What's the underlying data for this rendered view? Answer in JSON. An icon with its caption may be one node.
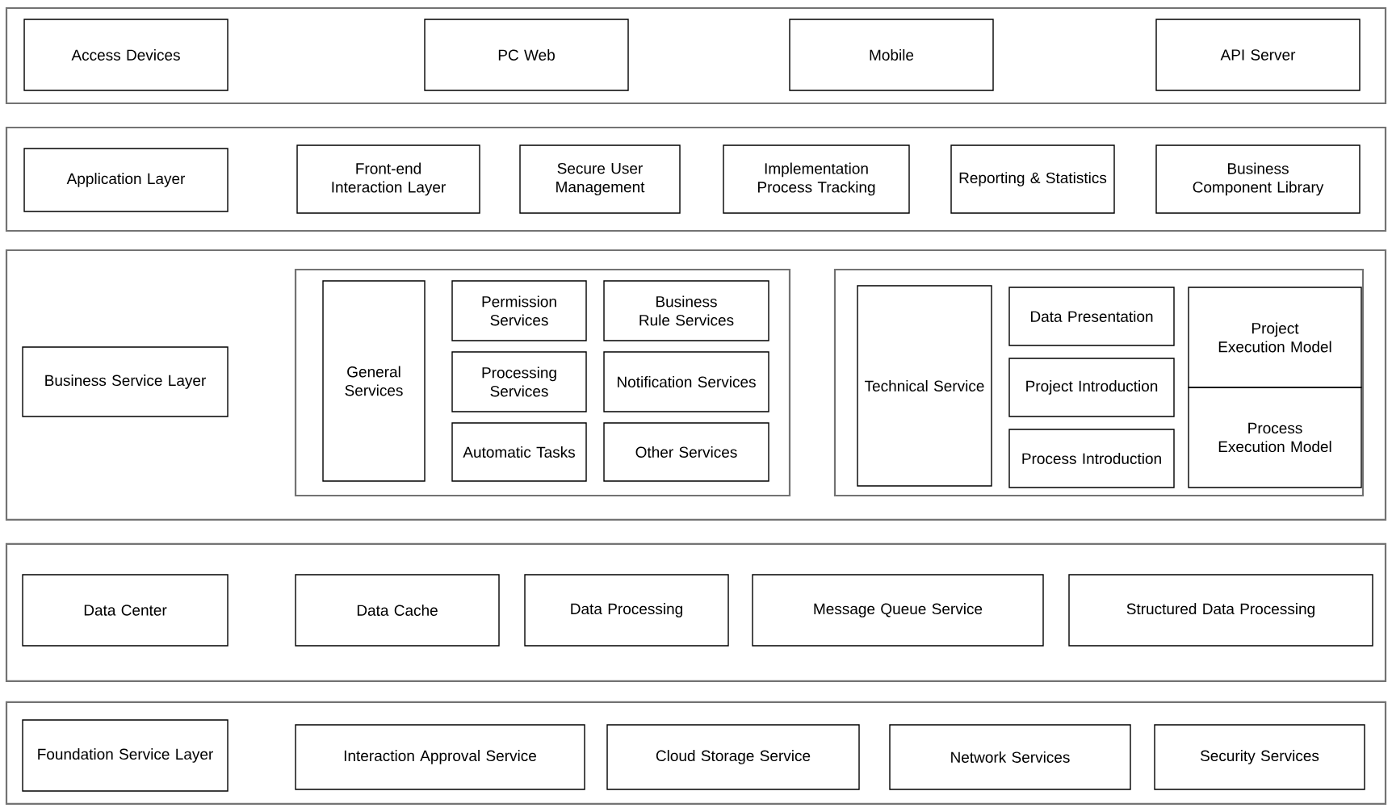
{
  "diagram": {
    "nodes": [
      {
        "text": [],
        "shape": "box"
      },
      {
        "text": [
          "Access Devices"
        ],
        "in": 0
      },
      {
        "text": [
          "PC Web"
        ],
        "in": 0
      },
      {
        "text": [
          "Mobile"
        ],
        "in": 0
      },
      {
        "text": [
          "API Server"
        ],
        "in": 0
      },
      {
        "text": [],
        "shape": "box"
      },
      {
        "text": [
          "Application Layer"
        ],
        "in": 5
      },
      {
        "text": [
          "Front-end Interaction Layer"
        ],
        "in": 5
      },
      {
        "text": [
          "Secure User Management"
        ],
        "in": 5
      },
      {
        "text": [
          "Implementation Process Tracking"
        ],
        "in": 5
      },
      {
        "text": [
          "Reporting & Statistics"
        ],
        "in": 5
      },
      {
        "text": [
          "Business Component Library"
        ],
        "in": 5
      },
      {
        "text": [],
        "shape": "box"
      },
      {
        "text": [
          "Business Service Layer"
        ],
        "in": 12
      },
      {
        "text": [],
        "shape": "box",
        "in": 12
      },
      {
        "text": [
          "General Services"
        ],
        "in": 14
      },
      {
        "text": [
          "Permission Services"
        ],
        "in": 14
      },
      {
        "text": [
          "Business Rule Services"
        ],
        "in": 14
      },
      {
        "text": [
          "Processing Services"
        ],
        "in": 14
      },
      {
        "text": [
          "Notification Services"
        ],
        "in": 14
      },
      {
        "text": [
          "Automatic Tasks"
        ],
        "in": 14
      },
      {
        "text": [
          "Other Services"
        ],
        "in": 14
      },
      {
        "text": [],
        "shape": "box",
        "in": 12
      },
      {
        "text": [
          "Technical Service"
        ],
        "in": 22
      },
      {
        "text": [
          "Data Presentation"
        ],
        "in": 22
      },
      {
        "text": [
          "Project Introduction"
        ],
        "in": 22
      },
      {
        "text": [
          "Process Introduction"
        ],
        "in": 22
      },
      {
        "text": [
          "Project Execution Model"
        ],
        "in": 22
      },
      {
        "text": [
          "Process Execution Model"
        ],
        "in": 22
      },
      {
        "text": [],
        "shape": "box"
      },
      {
        "text": [
          "Data Center"
        ],
        "in": 29
      },
      {
        "text": [
          "Data Cache"
        ],
        "in": 29
      },
      {
        "text": [
          "Data Processing"
        ],
        "in": 29
      },
      {
        "text": [
          "Message Queue Service"
        ],
        "in": 29
      },
      {
        "text": [
          "Structured Data Processing"
        ],
        "in": 29
      },
      {
        "text": [],
        "shape": "box"
      },
      {
        "text": [
          "Foundation Service Layer"
        ],
        "in": 35
      },
      {
        "text": [
          "Interaction Approval Service"
        ],
        "in": 35
      },
      {
        "text": [
          "Cloud Storage Service"
        ],
        "in": 35
      },
      {
        "text": [
          "Network Services"
        ],
        "in": 35
      },
      {
        "text": [
          "Security Services"
        ],
        "in": 35
      }
    ]
  }
}
